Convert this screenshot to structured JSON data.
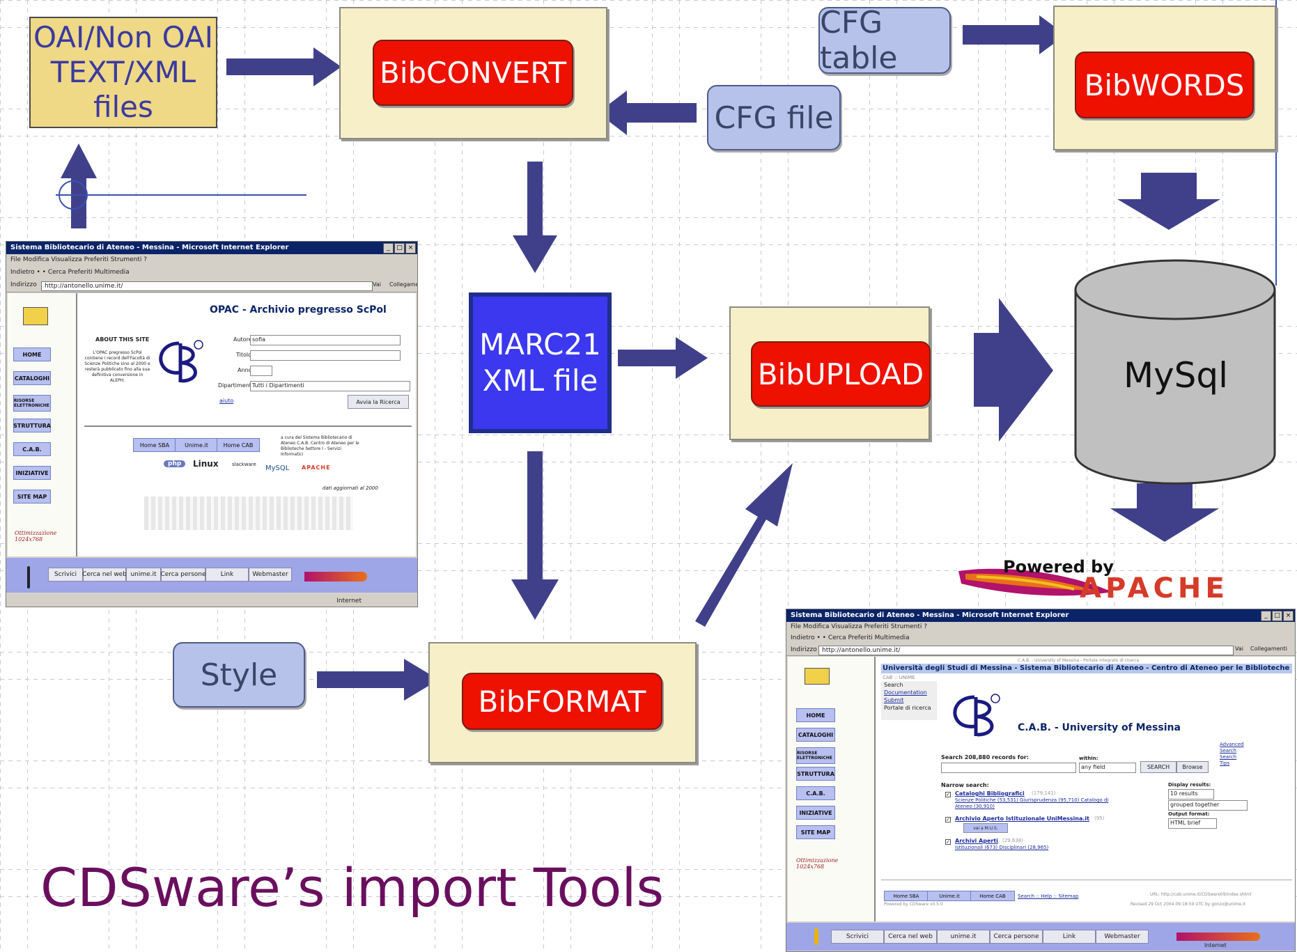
{
  "title": "CDSware’s import Tools",
  "nodes": {
    "oai": [
      "OAI/Non OAI",
      "TEXT/XML",
      "files"
    ],
    "bibconvert": "BibCONVERT",
    "cfg_table": "CFG table",
    "cfg_file": "CFG file",
    "bibwords": "BibWORDS",
    "marc": [
      "MARC21",
      "XML file"
    ],
    "bibupload": "BibUPLOAD",
    "mysql": "MySql",
    "style": "Style",
    "bibformat": "BibFORMAT"
  },
  "colors": {
    "arrow": "#40408a",
    "red_button": "#ee1100",
    "tan_box": "#f6efc8",
    "pill": "#b6c2ea",
    "marc": "#3b38f0",
    "oai": "#efd886",
    "title": "#6a0f5e"
  },
  "apache_logo": {
    "powered": "Powered by",
    "name": "APACHE"
  },
  "shot1": {
    "window_title": "Sistema Bibliotecario di Ateneo - Messina - Microsoft Internet Explorer",
    "menu": "File  Modifica  Visualizza  Preferiti  Strumenti  ?",
    "toolbar": "Indietro  •  •  Cerca  Preferiti  Multimedia",
    "address_label": "Indirizzo",
    "address": "http://antonello.unime.it/",
    "go": "Vai",
    "links": "Collegamenti",
    "page_title": "OPAC - Archivio pregresso ScPol",
    "about_title": "ABOUT THIS SITE",
    "about_text": "L'OPAC pregresso ScPol contiene i record dell'Facoltà di Scienze Politiche sino al 2000 e resterà pubblicato fino alla sua definitiva conversione in ALEPH.",
    "nav": [
      "HOME",
      "CATALOGHI",
      "RISORSE ELETTRONICHE",
      "STRUTTURA",
      "C.A.B.",
      "INIZIATIVE",
      "SITE MAP"
    ],
    "optim": "Ottimizzazione 1024x768",
    "form": {
      "author_label": "Autore",
      "author_value": "sofia",
      "title_label": "Titolo",
      "year_label": "Anno",
      "dept_label": "Dipartimento",
      "dept_value": "Tutti i Dipartimenti",
      "search_btn": "Avvia la Ricerca",
      "help": "aiuto"
    },
    "home_links": [
      "Home SBA",
      "Unime.it",
      "Home CAB"
    ],
    "credit": "a cura del Sistema Bibliotecario di Ateneo C.A.B. Centro di Ateneo per le Biblioteche Settore I - Servizi Informatici",
    "updated": "dati aggiornati al 2000",
    "logos": [
      "php",
      "Linux",
      "slackware",
      "MySQL",
      "APACHE"
    ],
    "footer": [
      "Scrivici",
      "Cerca nel web",
      "unime.it",
      "Cerca persone",
      "Link",
      "Webmaster"
    ],
    "status": "Internet"
  },
  "shot2": {
    "window_title": "Sistema Bibliotecario di Ateneo - Messina - Microsoft Internet Explorer",
    "menu": "File  Modifica  Visualizza  Preferiti  Strumenti  ?",
    "toolbar": "Indietro  •  •  Cerca  Preferiti  Multimedia",
    "address_label": "Indirizzo",
    "address": "http://antonello.unime.it/",
    "go": "Vai",
    "links": "Collegamenti",
    "top_small": "C.A.B. - University of Messina - Portale integrato di ricerca",
    "header": "Università degli Studi di Messina - Sistema Bibliotecario di Ateneo - Centro di Ateneo per le Biblioteche",
    "cab_line": "CAB :: UNIME",
    "left_links": [
      "Search",
      "Documentation",
      "Submit",
      "Portale di ricerca"
    ],
    "cab_title": "C.A.B. - University of Messina",
    "search_label": "Search 208,880 records for:",
    "within": "within:",
    "field": "any field",
    "search_btn": "SEARCH",
    "browse_btn": "Browse",
    "advanced": [
      "Advanced",
      "Search",
      "Search",
      "Tips"
    ],
    "narrow": "Narrow search:",
    "collections": [
      {
        "name": "Cataloghi Bibliografici",
        "count": "(179,141)",
        "subs": "Scienze Politiche (53,531) Giurisprudenza (95,710) Catalogo di Ateneo (30,910)"
      },
      {
        "name": "Archivio Aperto Istituzionale UniMessina.it",
        "count": "(95)",
        "subs": "vai a M.U.S."
      },
      {
        "name": "Archivi Aperti",
        "count": "(29,638)",
        "subs": "Istituzionali (673) Disciplinari (28,965)"
      }
    ],
    "display_label": "Display results:",
    "results": "10 results",
    "grouped": "grouped together",
    "output_label": "Output format:",
    "output": "HTML brief",
    "nav": [
      "HOME",
      "CATALOGHI",
      "RISORSE ELETTRONICHE",
      "STRUTTURA",
      "C.A.B.",
      "INIZIATIVE",
      "SITE MAP"
    ],
    "optim": "Ottimizzazione 1024x768",
    "bottom_links": [
      "Home SBA",
      "Unime.it",
      "Home CAB"
    ],
    "bottom_right": "Search :: Help :: Sitemap",
    "powered": "Powered by CDSware v0.5.0",
    "url": "URL: http://cab.unime.it/CDSware09/index.shtml",
    "revised": "Revised 29 Oct 2004 09:18:59 UTC by gonzo@unime.it",
    "footer": [
      "Scrivici",
      "Cerca nel web",
      "unime.it",
      "Cerca persone",
      "Link",
      "Webmaster"
    ],
    "status": "Internet"
  }
}
